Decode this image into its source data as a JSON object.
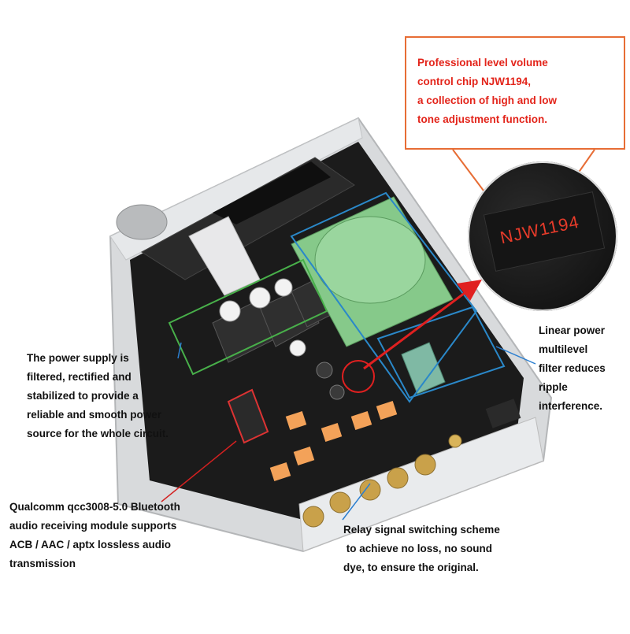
{
  "callouts": {
    "volume_chip": [
      "Professional level volume",
      "control chip NJW1194,",
      "a collection of high and low",
      "tone adjustment function."
    ],
    "power_supply": [
      "The power supply is",
      "filtered, rectified and",
      "stabilized to provide a",
      "reliable and smooth power",
      "source for the whole circuit."
    ],
    "linear_power": [
      "Linear power",
      "multilevel",
      "filter reduces",
      "ripple",
      "interference."
    ],
    "bluetooth": [
      "Qualcomm qcc3008-5.0 Bluetooth",
      "audio receiving module supports",
      "ACB / AAC / aptx lossless audio",
      "transmission"
    ],
    "relay": [
      "Relay signal switching scheme",
      " to achieve no loss, no sound",
      "dye, to ensure the original."
    ]
  },
  "chip_marking": "NJW1194",
  "colors": {
    "callout_red_text": "#e3241a",
    "callout_border": "#e76d35",
    "body_text": "#111111",
    "pcb": "#1b1b1b",
    "transformer": "#86c98a",
    "highlight_blue": "#2a88c9",
    "highlight_red": "#e02020"
  }
}
